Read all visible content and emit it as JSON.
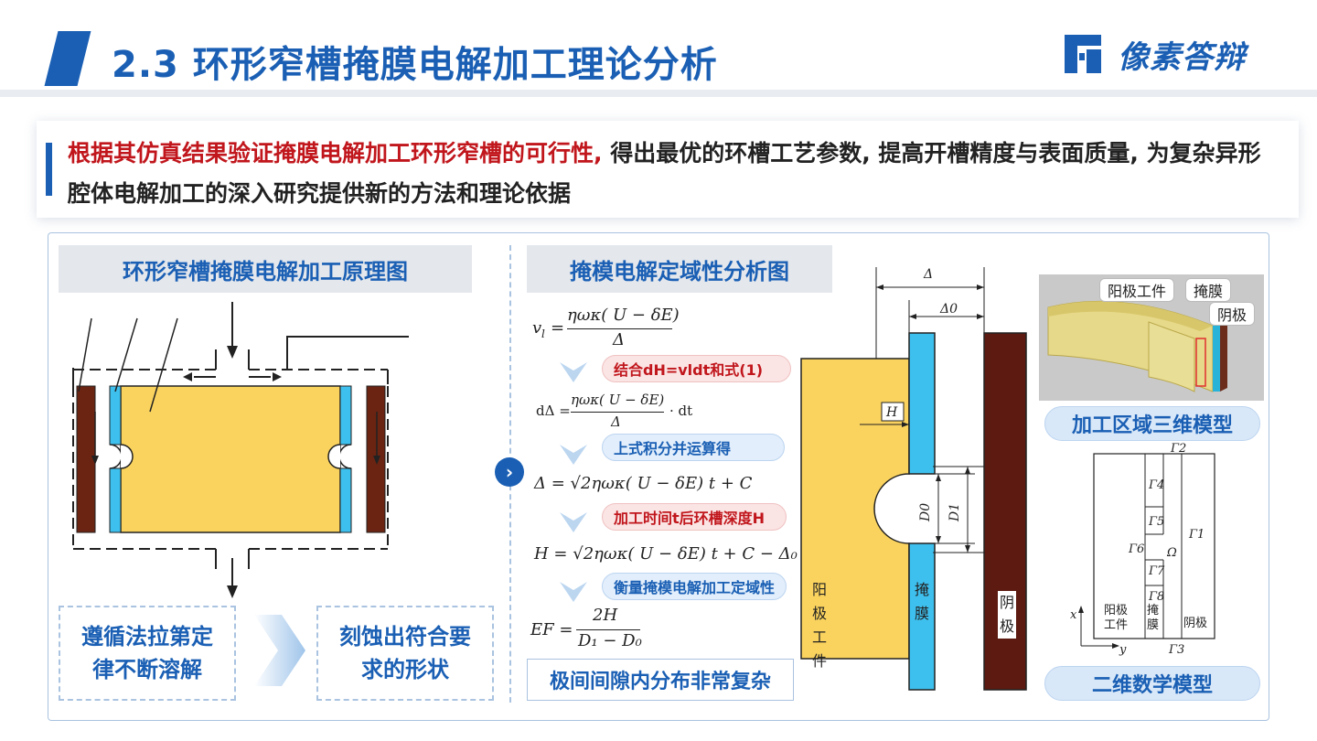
{
  "header": {
    "title": "2.3 环形窄槽掩膜电解加工理论分析",
    "logo_text": "像素答辩"
  },
  "intro": {
    "highlight": "根据其仿真结果验证掩膜电解加工环形窄槽的可行性,",
    "rest": " 得出最优的环槽工艺参数, 提高开槽精度与表面质量, 为复杂异形腔体电解加工的深入研究提供新的方法和理论依据"
  },
  "left": {
    "title": "环形窄槽掩膜电解加工原理图",
    "box1": "遵循法拉第定律不断溶解",
    "box2": "刻蚀出符合要求的形状"
  },
  "middle": {
    "title": "掩模电解定域性分析图",
    "formulas": {
      "f1_lhs": "v",
      "f1_sub": "l",
      "f1_num": "ηωκ( U − δE)",
      "f1_den": "Δ",
      "f2_lhs": "dΔ =",
      "f2_num": "ηωκ( U − δE)",
      "f2_den": "Δ",
      "f2_tail": "· dt",
      "f3": "Δ = √2ηωκ( U − δE) t + C",
      "f4": "H = √2ηωκ( U − δE) t + C − Δ₀",
      "f5_lhs": "EF =",
      "f5_num": "2H",
      "f5_den": "D₁ − D₀"
    },
    "steps": [
      "结合dH=vldt和式(1)",
      "上式积分并运算得",
      "加工时间t后环槽深度H",
      "衡量掩模电解加工定域性"
    ],
    "bottom": "极间间隙内分布非常复杂"
  },
  "diagram": {
    "delta": "Δ",
    "delta0": "Δ0",
    "H": "H",
    "D0": "D0",
    "D1": "D1",
    "anode": "阳极工件",
    "mask": "掩膜",
    "cathode": "阴极"
  },
  "right": {
    "label_anode": "阳极工件",
    "label_mask": "掩膜",
    "label_cathode": "阴极",
    "caption3d": "加工区域三维模型",
    "caption2d": "二维数学模型",
    "g2": "Γ2",
    "g4": "Γ4",
    "g5": "Γ5",
    "g6": "Γ6",
    "g1": "Γ1",
    "omega": "Ω",
    "g7": "Γ7",
    "g8": "Γ8",
    "g3": "Γ3",
    "x": "x",
    "y": "y",
    "anode2d": "阳极工件",
    "mask2d": "掩膜",
    "cathode2d": "阴极"
  },
  "colors": {
    "brand": "#1a5fb4",
    "accent_red": "#c0161c",
    "workpiece": "#fad35e",
    "mask": "#3ec0ee",
    "cathode": "#5c1a10"
  }
}
